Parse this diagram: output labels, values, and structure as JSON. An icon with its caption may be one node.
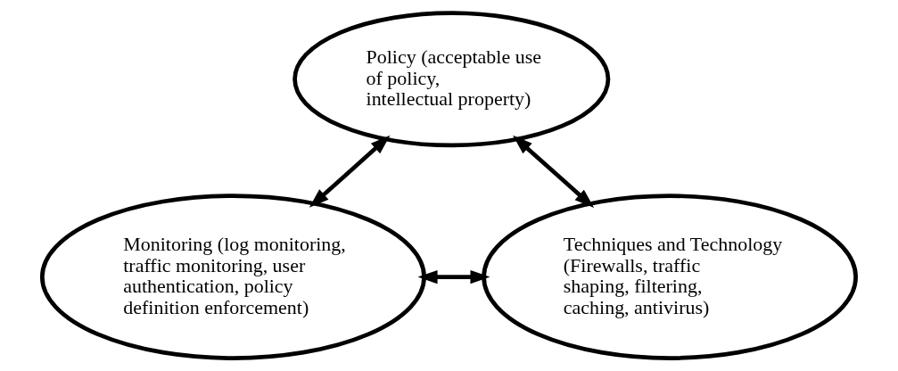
{
  "diagram": {
    "nodes": [
      {
        "text": [
          "Policy (acceptable use of policy, intellectual property)"
        ]
      },
      {
        "text": [
          "Monitoring (log monitoring, traffic monitoring, user authentication, policy definition enforcement)"
        ]
      },
      {
        "text": [
          "Techniques and Technology (Firewalls, traffic shaping, filtering, caching, antivirus)"
        ]
      }
    ],
    "edges": [
      {
        "from": 1,
        "to": 0,
        "arrow": "both"
      },
      {
        "from": 0,
        "to": 2,
        "arrow": "both"
      },
      {
        "from": 1,
        "to": 2,
        "arrow": "both"
      }
    ]
  }
}
